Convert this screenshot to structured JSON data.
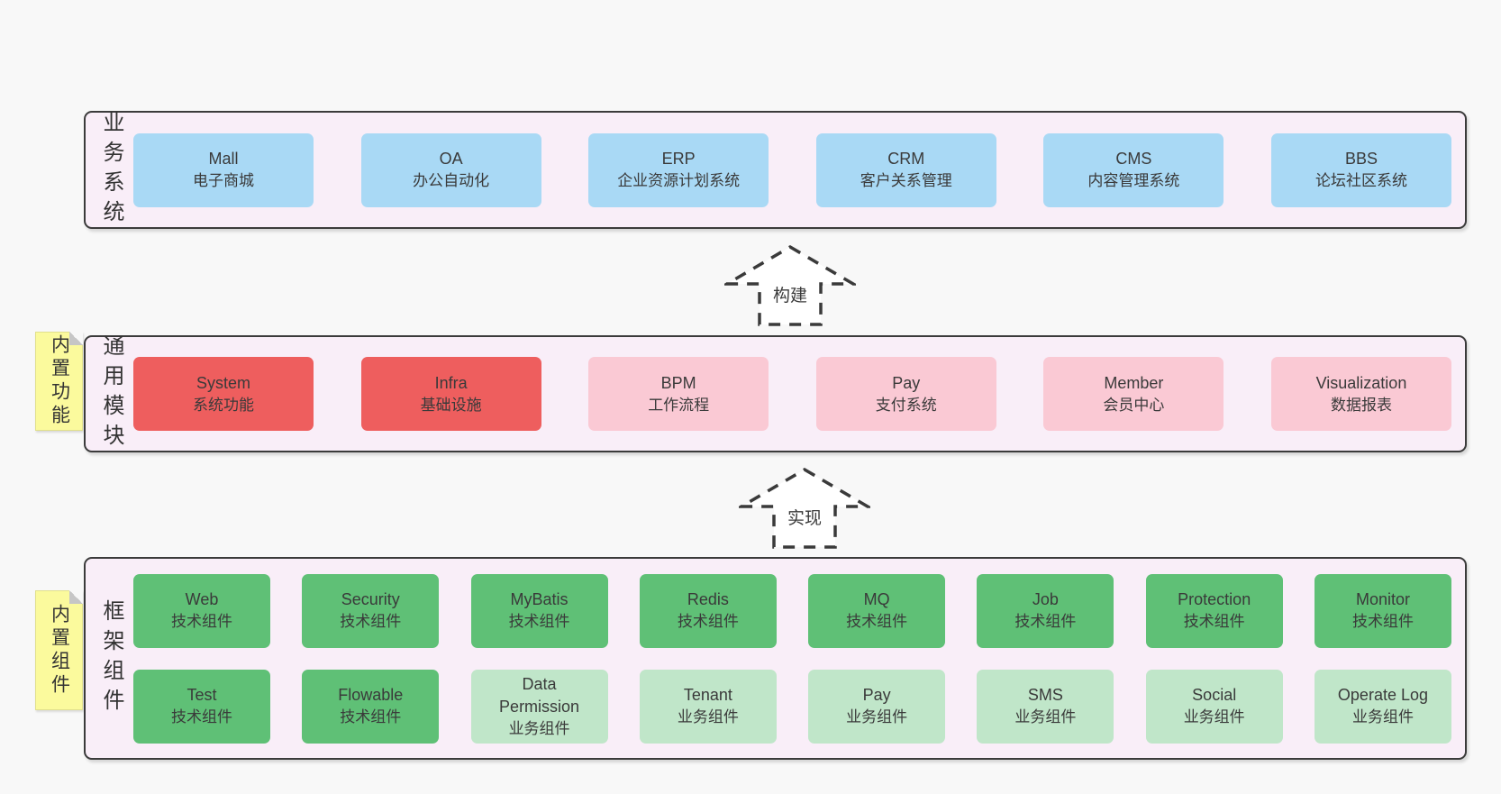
{
  "colors": {
    "page_bg": "#f8f8f8",
    "band_fill": "#f9eef8",
    "band_border": "#3b3b3b",
    "blue": "#a9d9f5",
    "red": "#ee5e5e",
    "pink": "#fac9d4",
    "green": "#5fc076",
    "light_green": "#c0e6c9",
    "sticky_yellow": "#fbfa9d",
    "text": "#3a3a3a"
  },
  "arrows": [
    {
      "label": "构建"
    },
    {
      "label": "实现"
    }
  ],
  "bands": [
    {
      "label": "业务系统",
      "sticky": null,
      "rows": [
        [
          {
            "name": "Mall",
            "desc": "电子商城",
            "variant": "blue"
          },
          {
            "name": "OA",
            "desc": "办公自动化",
            "variant": "blue"
          },
          {
            "name": "ERP",
            "desc": "企业资源计划系统",
            "variant": "blue"
          },
          {
            "name": "CRM",
            "desc": "客户关系管理",
            "variant": "blue"
          },
          {
            "name": "CMS",
            "desc": "内容管理系统",
            "variant": "blue"
          },
          {
            "name": "BBS",
            "desc": "论坛社区系统",
            "variant": "blue"
          }
        ]
      ]
    },
    {
      "label": "通用模块",
      "sticky": "内置功能",
      "rows": [
        [
          {
            "name": "System",
            "desc": "系统功能",
            "variant": "red"
          },
          {
            "name": "Infra",
            "desc": "基础设施",
            "variant": "red"
          },
          {
            "name": "BPM",
            "desc": "工作流程",
            "variant": "pink"
          },
          {
            "name": "Pay",
            "desc": "支付系统",
            "variant": "pink"
          },
          {
            "name": "Member",
            "desc": "会员中心",
            "variant": "pink"
          },
          {
            "name": "Visualization",
            "desc": "数据报表",
            "variant": "pink"
          }
        ]
      ]
    },
    {
      "label": "框架组件",
      "sticky": "内置组件",
      "rows": [
        [
          {
            "name": "Web",
            "desc": "技术组件",
            "variant": "green"
          },
          {
            "name": "Security",
            "desc": "技术组件",
            "variant": "green"
          },
          {
            "name": "MyBatis",
            "desc": "技术组件",
            "variant": "green"
          },
          {
            "name": "Redis",
            "desc": "技术组件",
            "variant": "green"
          },
          {
            "name": "MQ",
            "desc": "技术组件",
            "variant": "green"
          },
          {
            "name": "Job",
            "desc": "技术组件",
            "variant": "green"
          },
          {
            "name": "Protection",
            "desc": "技术组件",
            "variant": "green"
          },
          {
            "name": "Monitor",
            "desc": "技术组件",
            "variant": "green"
          }
        ],
        [
          {
            "name": "Test",
            "desc": "技术组件",
            "variant": "green"
          },
          {
            "name": "Flowable",
            "desc": "技术组件",
            "variant": "green"
          },
          {
            "name": "Data Permission",
            "desc": "业务组件",
            "variant": "lightgreen"
          },
          {
            "name": "Tenant",
            "desc": "业务组件",
            "variant": "lightgreen"
          },
          {
            "name": "Pay",
            "desc": "业务组件",
            "variant": "lightgreen"
          },
          {
            "name": "SMS",
            "desc": "业务组件",
            "variant": "lightgreen"
          },
          {
            "name": "Social",
            "desc": "业务组件",
            "variant": "lightgreen"
          },
          {
            "name": "Operate Log",
            "desc": "业务组件",
            "variant": "lightgreen"
          }
        ]
      ]
    }
  ]
}
